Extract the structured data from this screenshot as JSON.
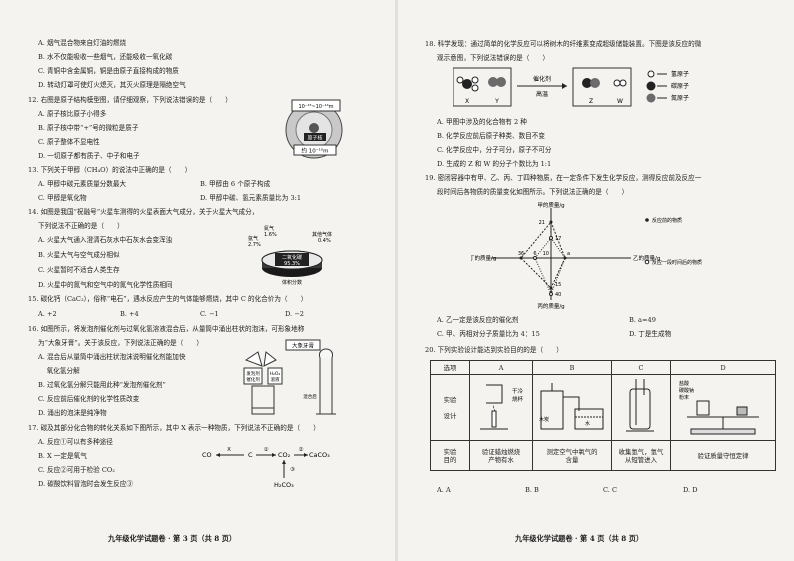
{
  "left": {
    "q11_opts": [
      "A. 烟气混合物来自灯油的燃烧",
      "B. 水不仅能吸收一些烟气，还能吸收一氧化碳",
      "C. 青铜中含金属铜，铜是由原子直接构成的物质",
      "D. 转动灯罩可使灯火熄灭，其灭火原理是隔绝空气"
    ],
    "q12": {
      "stem": "12. 右图是原子结构模型图，请仔细观察，下列说法错误的是（　　）",
      "opts": [
        "A. 原子核比原子小得多",
        "B. 原子核中带“+”号的微粒是质子",
        "C. 原子整体不显电性",
        "D. 一切原子都有质子、中子和电子"
      ],
      "fig_labels": [
        "10⁻¹⁵~10⁻¹⁴m",
        "原子核",
        "约 10⁻¹⁰m"
      ]
    },
    "q13": {
      "stem": "13. 下列关于甲醇（CH₄O）的说法中正确的是（　　）",
      "opts": [
        "A. 甲醇中碳元素质量分数最大",
        "B. 甲醇由 6 个原子构成",
        "C. 甲醇是氧化物",
        "D. 甲醇中碳、氢元素质量比为 3:1"
      ]
    },
    "q14": {
      "stem1": "14. 如图是我国“祝融号”火星车测得的火星表面大气成分，关于火星大气成分，",
      "stem2": "下列说法不正确的是（　　）",
      "opts": [
        "A. 火星大气通入澄清石灰水中石灰水会变浑浊",
        "B. 火星大气与空气成分相似",
        "C. 火星暂时不适合人类生存",
        "D. 火星中的氮气和空气中的氮气化学性质相同"
      ],
      "fig_labels": [
        "氮气",
        "1.6%",
        "氩气",
        "2.7%",
        "其他气体",
        "0.4%",
        "二氧化碳",
        "95.3%",
        "体积分数"
      ]
    },
    "q15": {
      "stem": "15. 碳化钙（CaC₂），俗称“电石”，遇水反应产生的气体能够燃烧，其中 C 的化合价为（　　）",
      "opts": [
        "A. +2",
        "B. +4",
        "C. −1",
        "D. −2"
      ]
    },
    "q16": {
      "stem1": "16. 如图所示，将发泡剂催化剂与过氧化氢溶液混合后，从量筒中涌出柱状的泡沫，可形象地称",
      "stem2": "为“大象牙膏”。关于该反应，下列说法正确的是（　　）",
      "opts": [
        "A. 混合后从量筒中涌出柱状泡沫说明催化剂能加快",
        "　 氧化氢分解",
        "B. 过氧化氢分解只能用此种“发泡剂催化剂”",
        "C. 反应前后催化剂的化学性质改变",
        "D. 涌出的泡沫是纯净物"
      ],
      "fig_labels": [
        "大象牙膏",
        "发泡剂",
        "催化剂",
        "H₂O₂",
        "溶液",
        "混合后"
      ]
    },
    "q17": {
      "stem": "17. 碳及其部分化合物的转化关系如下图所示，其中 X 表示一种物质，下列说法不正确的是（　　）",
      "opts": [
        "A. 反应①可以有多种途径",
        "B. X 一定是氧气",
        "C. 反应②可用于检验 CO₂",
        "D. 碳酸饮料冒泡时会发生反应③"
      ],
      "fig_labels": [
        "CO",
        "X",
        "C",
        "①",
        "CO₂",
        "②",
        "CaCO₃",
        "③",
        "H₂CO₃"
      ]
    },
    "footer": "九年级化学试题卷 · 第 3 页（共 8 页）"
  },
  "right": {
    "q18": {
      "stem1": "18. 科学发现：通过简单的化学反应可以将树木的纤维素变成超级储能装置。下图是该反应的微",
      "stem2": "观示意图，下列说法错误的是（　　）",
      "opts": [
        "A. 甲图中涉及的化合物有 2 种",
        "B. 化学反应前后原子种类、数目不变",
        "C. 化学反应中，分子可分，原子不可分",
        "D. 生成的 Z 和 W 的分子个数比为 1:1"
      ],
      "fig_labels": [
        "催化剂",
        "高温",
        "X",
        "Y",
        "Z",
        "W"
      ],
      "legend": [
        "氢原子",
        "碳原子",
        "氮原子"
      ]
    },
    "q19": {
      "stem1": "19. 密闭容器中有甲、乙、丙、丁四种物质，在一定条件下发生化学反应，测得反应前及反应一",
      "stem2": "段时间后各物质的质量变化如图所示。下列说法正确的是（　　）",
      "opts": [
        "A. 乙一定是该反应的催化剂",
        "B. a=49",
        "C. 甲、丙相对分子质量比为 4：15",
        "D. 丁是生成物"
      ],
      "fig_labels": [
        "甲的质量/g",
        "乙的质量/g",
        "丙的质量/g",
        "丁的质量/g"
      ],
      "fig_values": [
        "21",
        "17",
        "a",
        "10",
        "6",
        "15",
        "36",
        "40"
      ],
      "legend": [
        "反应前的物质",
        "反应一段时间后的物质"
      ]
    },
    "q20": {
      "stem": "20. 下列实验设计能达到实验目的的是（　　）",
      "head": [
        "选项",
        "A",
        "B",
        "C",
        "D"
      ],
      "row1_label": [
        "实验",
        "设计"
      ],
      "row2_label": [
        "实验",
        "目的"
      ],
      "design_labels": [
        "干冷",
        "烧杯",
        "木炭",
        "水",
        "盐酸",
        "碳酸钠",
        "粉末"
      ],
      "goals": [
        "验证蜡烛燃烧",
        "产物有水",
        "测定空气中氧气的",
        "含量",
        "收集氢气，氢气",
        "从短管进入",
        "验证质量守恒定律"
      ],
      "opts": [
        "A. A",
        "B. B",
        "C. C",
        "D. D"
      ]
    },
    "footer": "九年级化学试题卷 · 第 4 页（共 8 页）"
  }
}
